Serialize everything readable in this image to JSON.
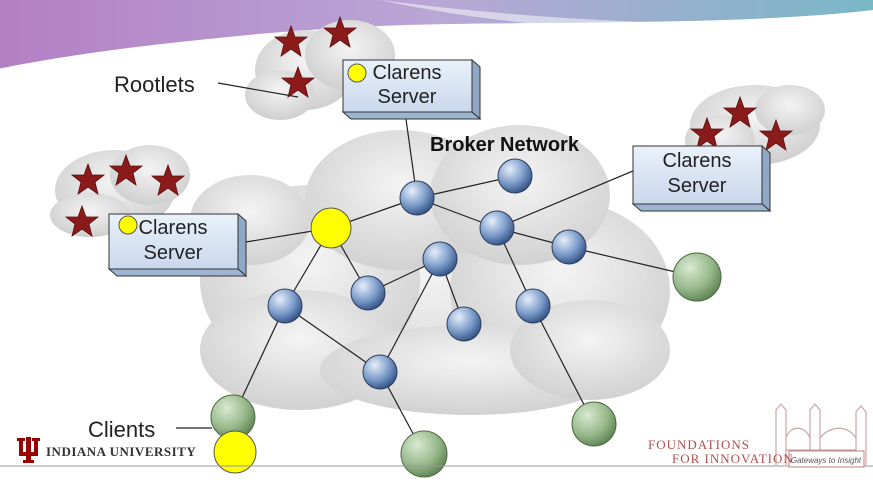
{
  "labels": {
    "rootlets": "Rootlets",
    "clients": "Clients",
    "broker_network": "Broker Network"
  },
  "servers": [
    {
      "line1": "Clarens",
      "line2": "Server"
    },
    {
      "line1": "Clarens",
      "line2": "Server"
    },
    {
      "line1": "Clarens",
      "line2": "Server"
    }
  ],
  "footer": {
    "university": "INDIANA UNIVERSITY",
    "foundations_line1": "FOUNDATIONS",
    "foundations_line2": "FOR INNOVATION",
    "tagline": "Gateways to Insight"
  },
  "colors": {
    "star": "#8b1a1a",
    "broker_node": "#6f8fbf",
    "client_node": "#9bbf8f",
    "rootlet_highlight": "#ffff00",
    "server_box": "#d6e3f3",
    "iu_crimson": "#990000",
    "banner_purple": "#a06ab0",
    "banner_teal": "#8ec4cc"
  }
}
